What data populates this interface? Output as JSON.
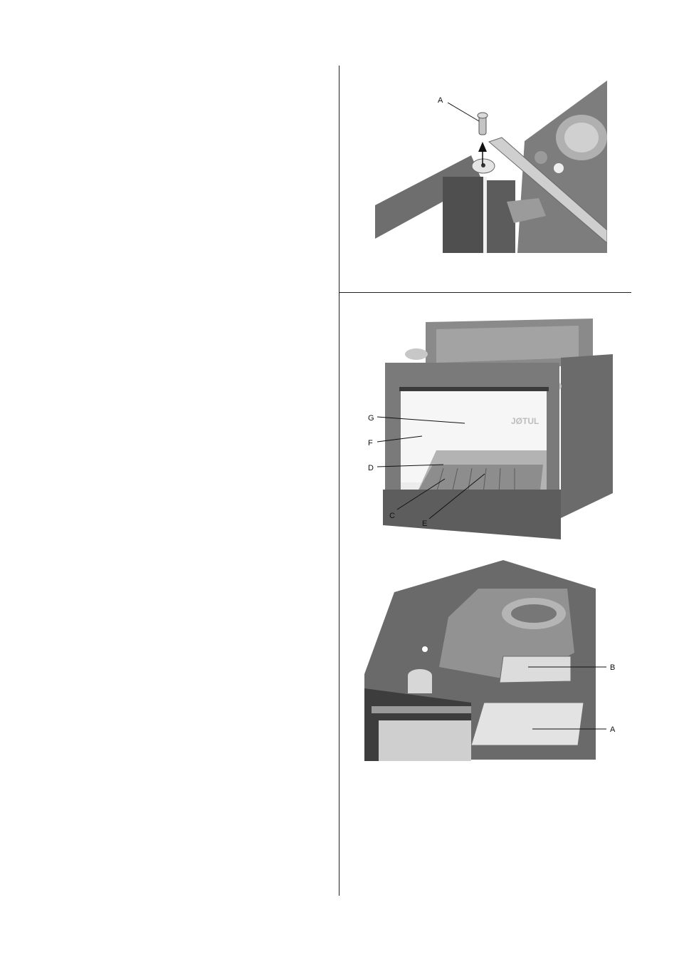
{
  "figures": [
    {
      "id": "fig1",
      "callouts": [
        {
          "letter": "A"
        }
      ]
    },
    {
      "id": "fig2",
      "brand_mark": "JØTUL",
      "callouts": [
        {
          "letter": "G"
        },
        {
          "letter": "F"
        },
        {
          "letter": "D"
        },
        {
          "letter": "C"
        },
        {
          "letter": "E"
        }
      ]
    },
    {
      "id": "fig3",
      "callouts": [
        {
          "letter": "B"
        },
        {
          "letter": "A"
        }
      ]
    }
  ]
}
